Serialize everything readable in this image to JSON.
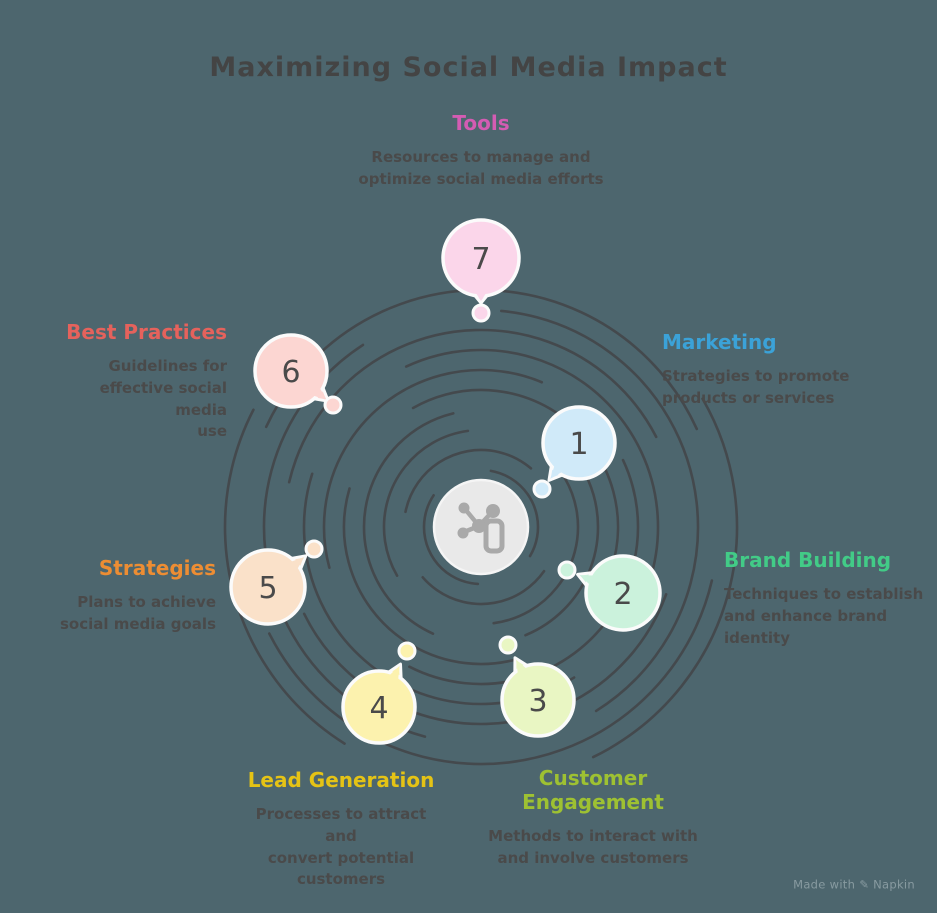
{
  "title": "Maximizing Social Media Impact",
  "items": [
    {
      "number": "1",
      "title": "Marketing",
      "title_color": "#3ba2d8",
      "bubble_color": "#d0eaf9",
      "description": "Strategies to promote\nproducts or services"
    },
    {
      "number": "2",
      "title": "Brand Building",
      "title_color": "#42cb87",
      "bubble_color": "#cbf2dc",
      "description": "Techniques to establish\nand enhance brand\nidentity"
    },
    {
      "number": "3",
      "title": "Customer\nEngagement",
      "title_color": "#9ec132",
      "bubble_color": "#e9f6c3",
      "description": "Methods to interact with\nand involve customers"
    },
    {
      "number": "4",
      "title": "Lead Generation",
      "title_color": "#e5c315",
      "bubble_color": "#fcf2ae",
      "description": "Processes to attract and\nconvert potential\ncustomers"
    },
    {
      "number": "5",
      "title": "Strategies",
      "title_color": "#ed8d33",
      "bubble_color": "#fae1c9",
      "description": "Plans to achieve\nsocial media goals"
    },
    {
      "number": "6",
      "title": "Best Practices",
      "title_color": "#e5625c",
      "bubble_color": "#fcd6d2",
      "description": "Guidelines for\neffective social media\nuse"
    },
    {
      "number": "7",
      "title": "Tools",
      "title_color": "#d45cb3",
      "bubble_color": "#fbd6ea",
      "description": "Resources to manage and\noptimize social media efforts"
    }
  ],
  "watermark": {
    "made_with": "Made with",
    "logo_glyph": "✎",
    "brand": "Napkin"
  }
}
